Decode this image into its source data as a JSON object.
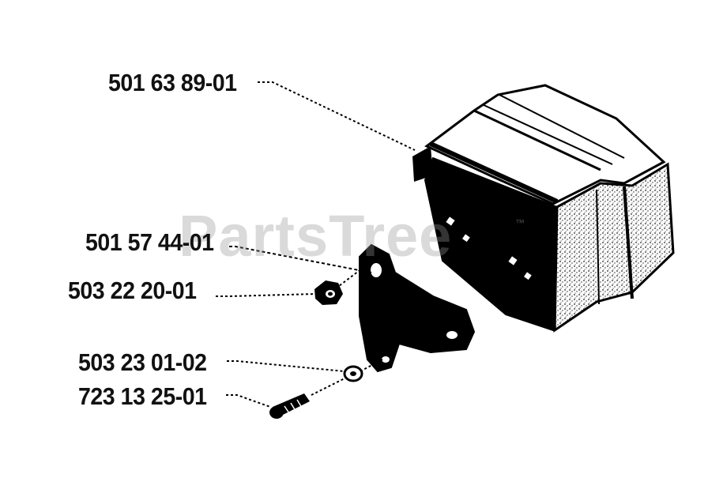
{
  "parts": [
    {
      "id": "p1",
      "number": "501 63 89-01"
    },
    {
      "id": "p2",
      "number": "501 57 44-01"
    },
    {
      "id": "p3",
      "number": "503 22 20-01"
    },
    {
      "id": "p4",
      "number": "503 23 01-02"
    },
    {
      "id": "p5",
      "number": "723 13 25-01"
    }
  ],
  "watermark": {
    "text": "PartsTree",
    "tm": "™"
  }
}
